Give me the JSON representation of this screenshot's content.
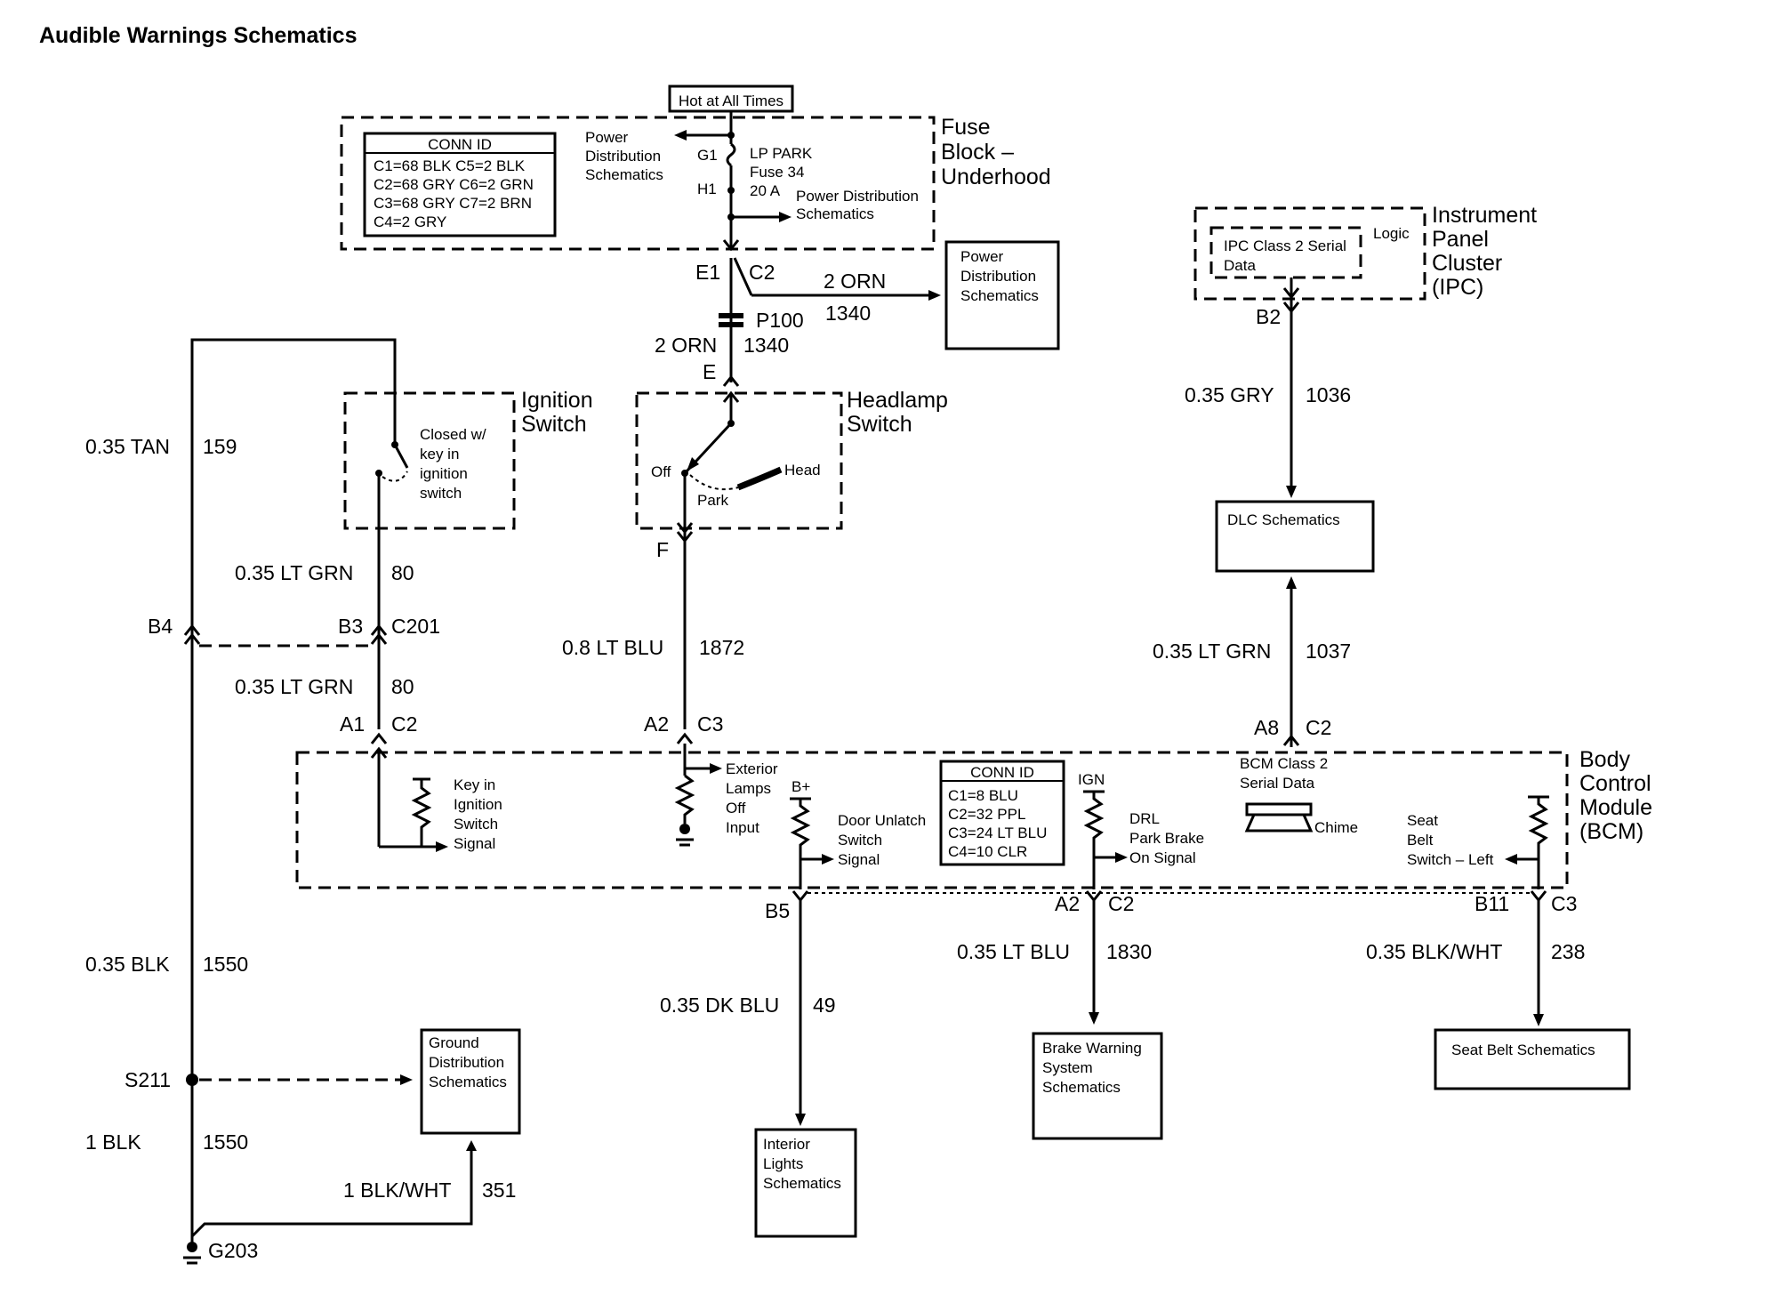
{
  "title": "Audible Warnings Schematics",
  "top": {
    "hot": "Hot at All Times",
    "fuse_block": [
      "Fuse",
      "Block –",
      "Underhood"
    ],
    "conn_id": {
      "header": "CONN ID",
      "rows": [
        "C1=68 BLK  C5=2 BLK",
        "C2=68 GRY C6=2 GRN",
        "C3=68 GRY C7=2 BRN",
        "C4=2 GRY"
      ]
    },
    "pds_left": [
      "Power",
      "Distribution",
      "Schematics"
    ],
    "g1": "G1",
    "h1": "H1",
    "fuse": [
      "LP PARK",
      "Fuse 34",
      "20 A"
    ],
    "pds_inner": [
      "Power Distribution",
      "Schematics"
    ],
    "e1": "E1",
    "c2": "C2",
    "wire_orn_top": "2 ORN",
    "wire_1340_top": "1340",
    "pds_box": [
      "Power",
      "Distribution",
      "Schematics"
    ],
    "p100": "P100",
    "wire_orn": "2 ORN",
    "wire_1340": "1340",
    "e": "E"
  },
  "ignition": {
    "label": [
      "Ignition",
      "Switch"
    ],
    "note": [
      "Closed w/",
      "key in",
      "ignition",
      "switch"
    ],
    "wire_tan": "0.35 TAN",
    "wire_159": "159",
    "wire_ltgrn_1": "0.35 LT GRN",
    "wire_80_1": "80",
    "b4": "B4",
    "b3": "B3",
    "c201": "C201",
    "wire_ltgrn_2": "0.35 LT GRN",
    "wire_80_2": "80",
    "a1": "A1",
    "c2": "C2"
  },
  "headlamp": {
    "label": [
      "Headlamp",
      "Switch"
    ],
    "off": "Off",
    "park": "Park",
    "head": "Head",
    "f": "F",
    "wire": "0.8 LT BLU",
    "num": "1872",
    "a2": "A2",
    "c3": "C3"
  },
  "ipc": {
    "label": [
      "Instrument",
      "Panel",
      "Cluster",
      "(IPC)"
    ],
    "inner": [
      "IPC Class 2 Serial",
      "Data"
    ],
    "logic": "Logic",
    "b2": "B2",
    "wire": "0.35 GRY",
    "num": "1036",
    "dlc": "DLC Schematics",
    "wire2": "0.35 LT GRN",
    "num2": "1037",
    "a8": "A8",
    "c2": "C2"
  },
  "bcm": {
    "label": [
      "Body",
      "Control",
      "Module",
      "(BCM)"
    ],
    "key_sig": [
      "Key in",
      "Ignition",
      "Switch",
      "Signal"
    ],
    "ext": [
      "Exterior",
      "Lamps",
      "Off",
      "Input"
    ],
    "bplus": "B+",
    "door": [
      "Door Unlatch",
      "Switch",
      "Signal"
    ],
    "conn_id": {
      "header": "CONN ID",
      "rows": [
        "C1=8 BLU",
        "C2=32 PPL",
        "C3=24 LT BLU",
        "C4=10 CLR"
      ]
    },
    "ign": "IGN",
    "drl": [
      "DRL",
      "Park Brake",
      "On Signal"
    ],
    "serial": [
      "BCM Class 2",
      "Serial Data"
    ],
    "chime": "Chime",
    "seat": [
      "Seat",
      "Belt",
      "Switch – Left"
    ]
  },
  "bottom": {
    "b5": "B5",
    "wire_dkblu": "0.35 DK BLU",
    "num_49": "49",
    "interior": [
      "Interior",
      "Lights",
      "Schematics"
    ],
    "a2": "A2",
    "c2": "C2",
    "wire_ltblu": "0.35 LT BLU",
    "num_1830": "1830",
    "brake": [
      "Brake Warning",
      "System",
      "Schematics"
    ],
    "b11": "B11",
    "c3": "C3",
    "wire_blkwht": "0.35 BLK/WHT",
    "num_238": "238",
    "seatbelt": "Seat Belt Schematics",
    "wire_blk": "0.35 BLK",
    "num_1550": "1550",
    "s211": "S211",
    "ground": [
      "Ground",
      "Distribution",
      "Schematics"
    ],
    "wire_1blk": "1 BLK",
    "num_1550b": "1550",
    "wire_blkwht1": "1 BLK/WHT",
    "num_351": "351",
    "g203": "G203"
  }
}
